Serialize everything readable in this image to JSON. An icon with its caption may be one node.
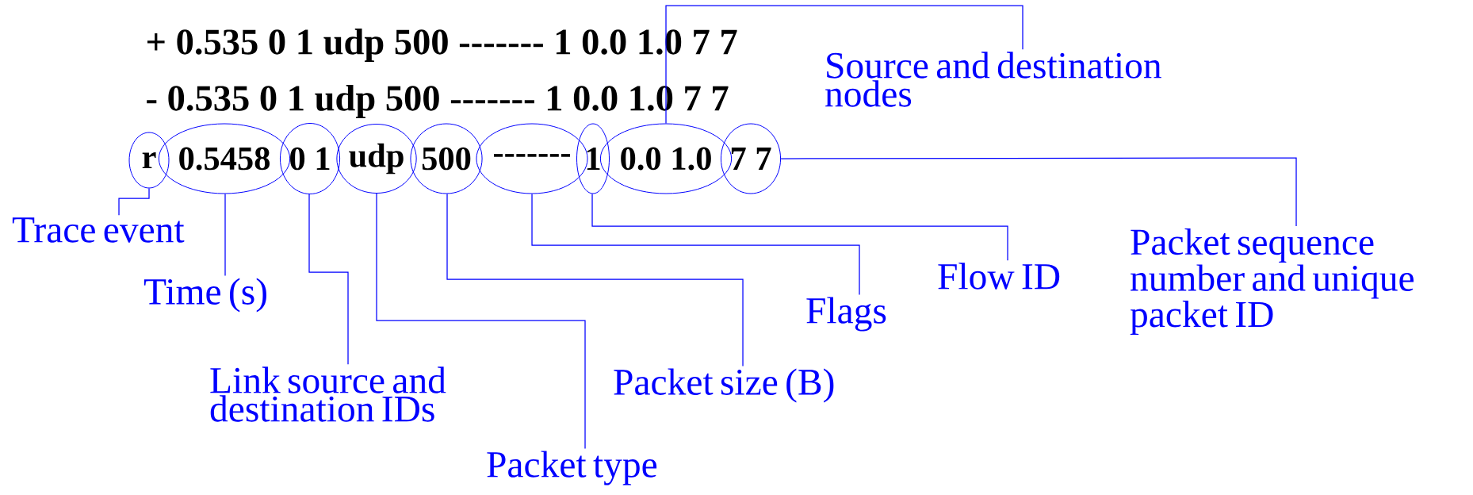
{
  "diagram": {
    "nodes": [
      {
        "text": [
          "r"
        ]
      },
      {
        "text": [
          "0.5458"
        ]
      },
      {
        "text": [
          "0 1"
        ]
      },
      {
        "text": [
          "udp"
        ]
      },
      {
        "text": [
          "500"
        ]
      },
      {
        "text": [
          "-------"
        ]
      },
      {
        "text": [
          "1"
        ]
      },
      {
        "text": [
          "0.0 1.0"
        ]
      },
      {
        "text": [
          "7 7"
        ]
      },
      {
        "text": [
          "Trace event"
        ]
      },
      {
        "text": [
          "Time (s)"
        ]
      },
      {
        "text": [
          "Link source and destination IDs"
        ]
      },
      {
        "text": [
          "Packet type"
        ]
      },
      {
        "text": [
          "Packet size (B)"
        ]
      },
      {
        "text": [
          "Flags"
        ]
      },
      {
        "text": [
          "Flow ID"
        ]
      },
      {
        "text": [
          "Source and destination nodes"
        ]
      },
      {
        "text": [
          "Packet sequence number and unique packet ID"
        ]
      }
    ],
    "edges": [
      {
        "from": 9,
        "to": 0,
        "arrow": "none"
      },
      {
        "from": 10,
        "to": 1,
        "arrow": "none"
      },
      {
        "from": 11,
        "to": 2,
        "arrow": "none"
      },
      {
        "from": 12,
        "to": 3,
        "arrow": "none"
      },
      {
        "from": 13,
        "to": 4,
        "arrow": "none"
      },
      {
        "from": 14,
        "to": 5,
        "arrow": "none"
      },
      {
        "from": 15,
        "to": 6,
        "arrow": "none"
      },
      {
        "from": 16,
        "to": 7,
        "arrow": "none"
      },
      {
        "from": 17,
        "to": 8,
        "arrow": "none"
      }
    ],
    "labels": [
      "+ 0.535 0 1 udp 500 ------- 1 0.0 1.0 7 7",
      "- 0.535 0 1 udp 500 ------- 1 0.0 1.0 7 7"
    ]
  }
}
